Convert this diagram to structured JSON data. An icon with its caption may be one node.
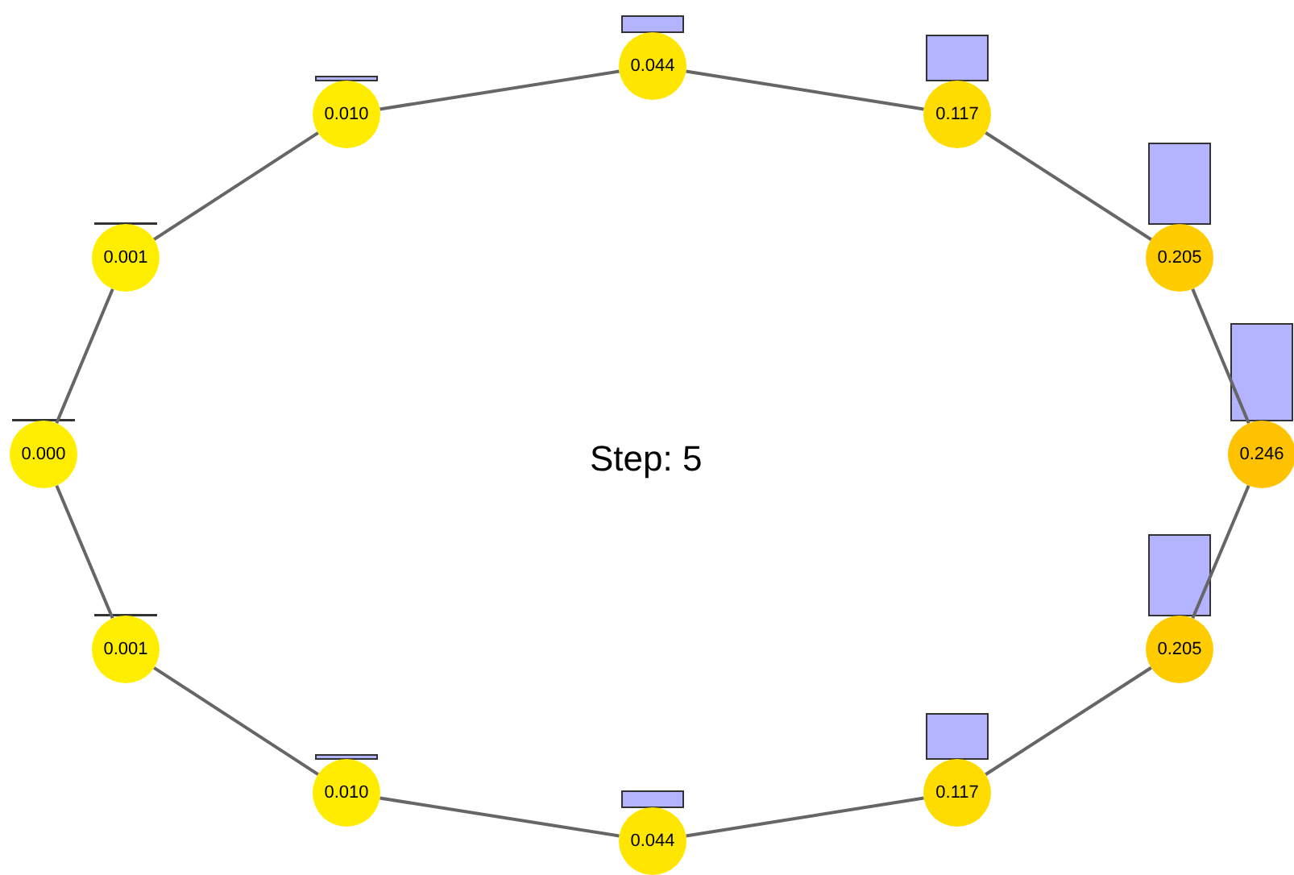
{
  "diagram": {
    "nodes": [
      {
        "text": [
          "0.000"
        ]
      },
      {
        "text": [
          "0.001"
        ]
      },
      {
        "text": [
          "0.010"
        ]
      },
      {
        "text": [
          "0.044"
        ]
      },
      {
        "text": [
          "0.117"
        ]
      },
      {
        "text": [
          "0.205"
        ]
      },
      {
        "text": [
          "0.246"
        ]
      },
      {
        "text": [
          "0.205"
        ]
      },
      {
        "text": [
          "0.117"
        ]
      },
      {
        "text": [
          "0.044"
        ]
      },
      {
        "text": [
          "0.010"
        ]
      },
      {
        "text": [
          "0.001"
        ]
      }
    ],
    "edges": [
      {
        "from": 0,
        "to": 1,
        "arrow": "none"
      },
      {
        "from": 1,
        "to": 2,
        "arrow": "none"
      },
      {
        "from": 2,
        "to": 3,
        "arrow": "none"
      },
      {
        "from": 3,
        "to": 4,
        "arrow": "none"
      },
      {
        "from": 4,
        "to": 5,
        "arrow": "none"
      },
      {
        "from": 5,
        "to": 6,
        "arrow": "none"
      },
      {
        "from": 6,
        "to": 7,
        "arrow": "none"
      },
      {
        "from": 7,
        "to": 8,
        "arrow": "none"
      },
      {
        "from": 8,
        "to": 9,
        "arrow": "none"
      },
      {
        "from": 9,
        "to": 10,
        "arrow": "none"
      },
      {
        "from": 10,
        "to": 11,
        "arrow": "none"
      },
      {
        "from": 11,
        "to": 0,
        "arrow": "none"
      }
    ],
    "labels": [
      "Step: 5"
    ]
  }
}
